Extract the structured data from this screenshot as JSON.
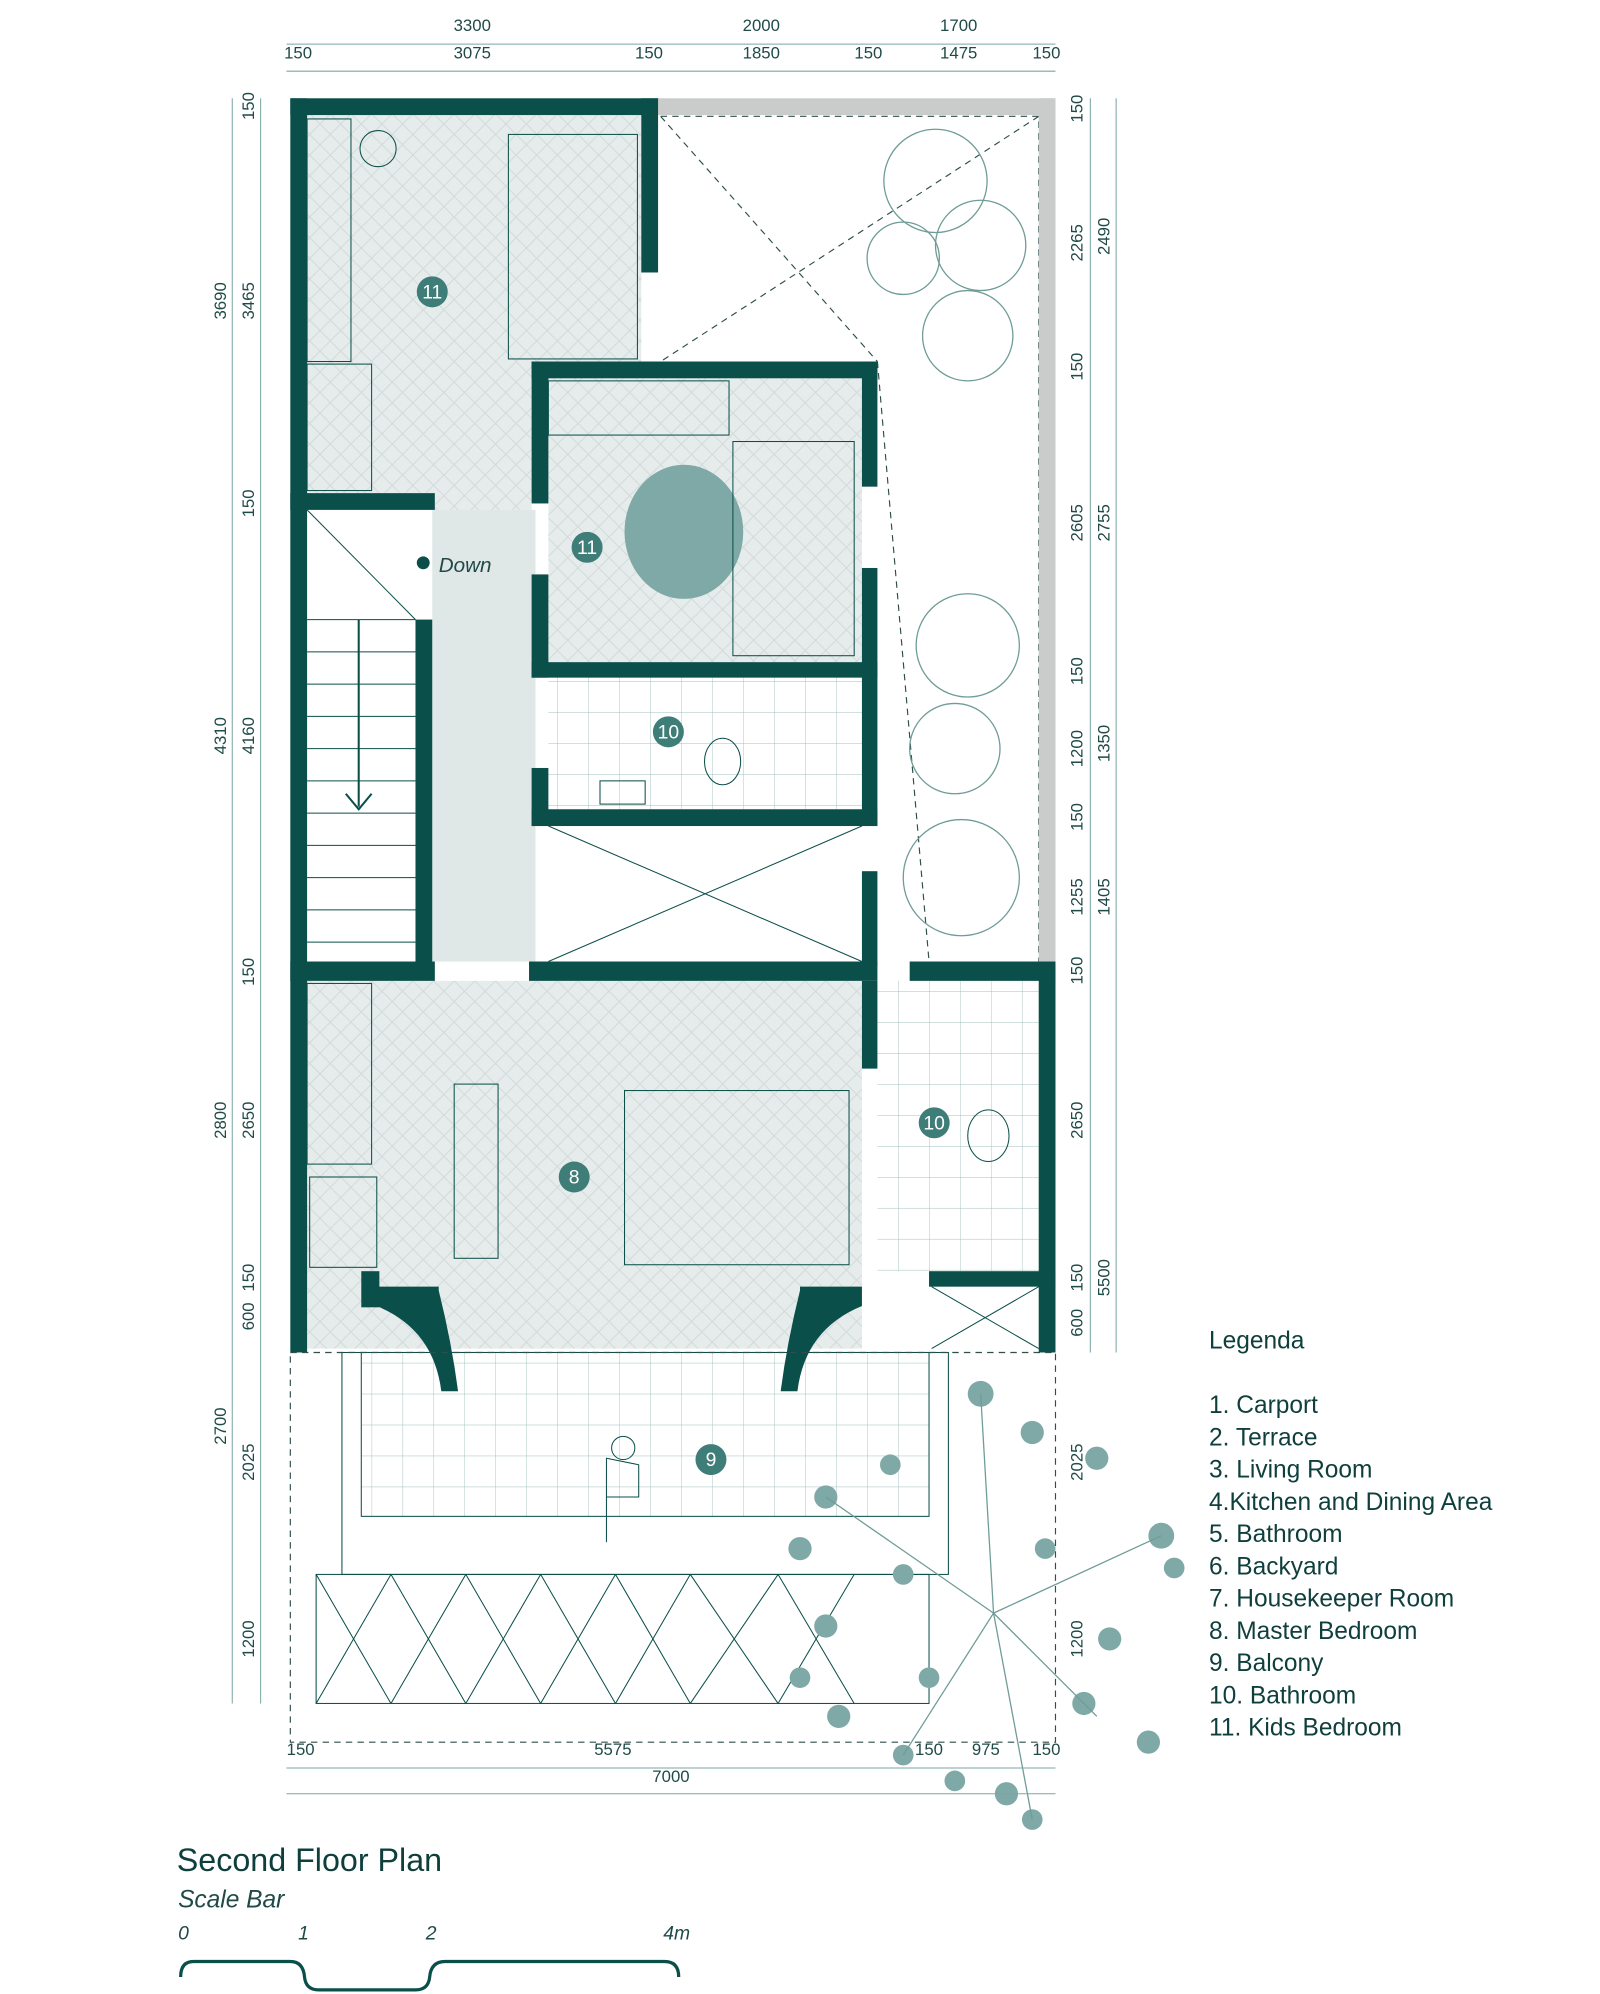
{
  "title": "Second Floor Plan",
  "scale_bar": {
    "label": "Scale Bar",
    "ticks": [
      "0",
      "1",
      "2",
      "4m"
    ]
  },
  "stair_label": "Down",
  "rooms": [
    {
      "number": "11",
      "name": "Kids Bedroom"
    },
    {
      "number": "11",
      "name": "Kids Bedroom"
    },
    {
      "number": "10",
      "name": "Bathroom"
    },
    {
      "number": "8",
      "name": "Master Bedroom"
    },
    {
      "number": "10",
      "name": "Bathroom"
    },
    {
      "number": "9",
      "name": "Balcony"
    }
  ],
  "legend": {
    "title": "Legenda",
    "items": [
      "1. Carport",
      "2. Terrace",
      "3. Living Room",
      "4.Kitchen and Dining Area",
      "5. Bathroom",
      "6. Backyard",
      "7. Housekeeper Room",
      "8. Master Bedroom",
      "9. Balcony",
      "10. Bathroom",
      "11. Kids Bedroom"
    ]
  },
  "dimensions": {
    "top_outer": [
      "3300",
      "2000",
      "1700"
    ],
    "top_inner": [
      "150",
      "3075",
      "150",
      "1850",
      "150",
      "1475",
      "150"
    ],
    "left_outer": [
      "3690",
      "4310",
      "2800",
      "2700"
    ],
    "left_inner": [
      "150",
      "3465",
      "150",
      "4160",
      "150",
      "2650",
      "150",
      "600",
      "2025",
      "1200"
    ],
    "right_inner": [
      "150",
      "2265",
      "150",
      "2605",
      "150",
      "1200",
      "150",
      "1255",
      "150",
      "2650",
      "150",
      "600",
      "2025",
      "1200"
    ],
    "right_outer": [
      "2490",
      "2755",
      "1350",
      "1405",
      "5500"
    ],
    "bottom_inner": [
      "150",
      "5575",
      "150",
      "975",
      "150"
    ],
    "bottom_outer": [
      "7000"
    ]
  },
  "colors": {
    "wall": "#0b4f4a",
    "accent": "#7ea9a6",
    "floor": "#e6eceb",
    "text": "#0f3f3c"
  }
}
